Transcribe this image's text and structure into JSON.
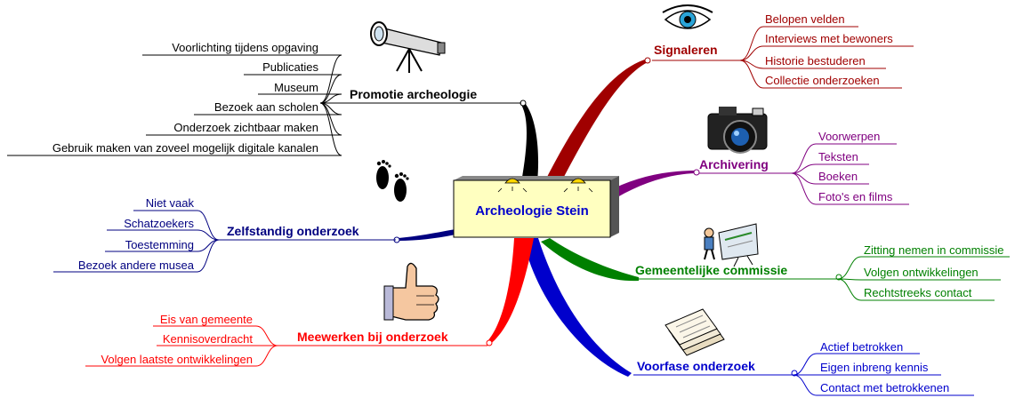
{
  "center": {
    "label": "Archeologie Stein"
  },
  "colors": {
    "signaleren": "#a00000",
    "archivering": "#800080",
    "commissie": "#008000",
    "voorfase": "#0000cc",
    "meewerken": "#ff0000",
    "zelfstandig": "#000080",
    "promotie": "#000000"
  },
  "branches": {
    "signaleren": {
      "label": "Signaleren",
      "icon": "eye-icon",
      "items": [
        "Belopen velden",
        "Interviews met bewoners",
        "Historie bestuderen",
        "Collectie onderzoeken"
      ]
    },
    "archivering": {
      "label": "Archivering",
      "icon": "camera-icon",
      "items": [
        "Voorwerpen",
        "Teksten",
        "Boeken",
        "Foto's en films"
      ]
    },
    "commissie": {
      "label": "Gemeentelijke commissie",
      "icon": "drafting-table-icon",
      "items": [
        "Zitting nemen in commissie",
        "Volgen ontwikkelingen",
        "Rechtstreeks contact"
      ]
    },
    "voorfase": {
      "label": "Voorfase onderzoek",
      "icon": "papers-icon",
      "items": [
        "Actief betrokken",
        "Eigen inbreng kennis",
        "Contact met betrokkenen"
      ]
    },
    "meewerken": {
      "label": "Meewerken bij onderzoek",
      "icon": "thumbs-up-icon",
      "items": [
        "Eis van gemeente",
        "Kennisoverdracht",
        "Volgen laatste ontwikkelingen"
      ]
    },
    "zelfstandig": {
      "label": "Zelfstandig onderzoek",
      "icon": "footprints-icon",
      "items": [
        "Niet vaak",
        "Schatzoekers",
        "Toestemming",
        "Bezoek andere musea"
      ]
    },
    "promotie": {
      "label": "Promotie archeologie",
      "icon": "telescope-icon",
      "items": [
        "Voorlichting tijdens opgaving",
        "Publicaties",
        "Museum",
        "Bezoek aan scholen",
        "Onderzoek zichtbaar maken",
        "Gebruik maken van zoveel mogelijk digitale kanalen"
      ]
    }
  }
}
